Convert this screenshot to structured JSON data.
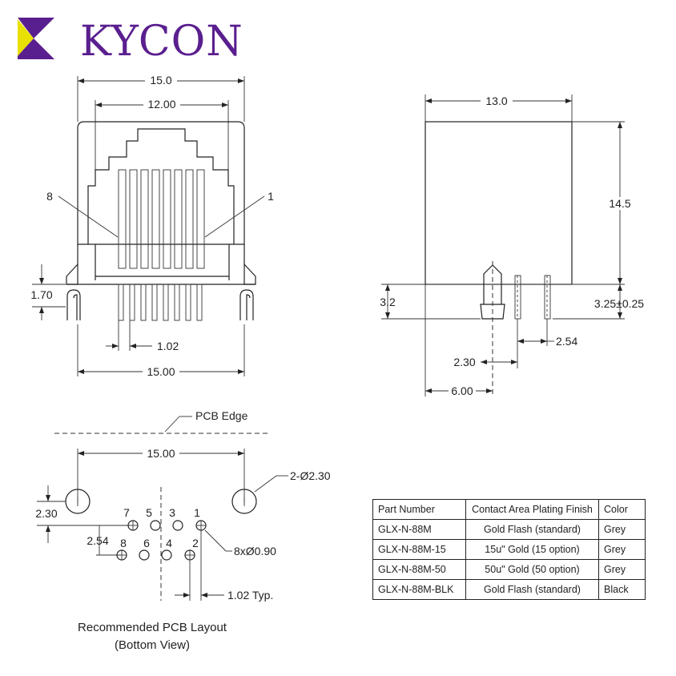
{
  "logo": {
    "text": "KYCON",
    "brand_color": "#5a1f8f",
    "accent_color": "#e8e000"
  },
  "front_view": {
    "dim_top_overall": "15.0",
    "dim_top_inner": "12.00",
    "pin_label_left": "8",
    "pin_label_right": "1",
    "dim_post": "1.70",
    "dim_pitch": "1.02",
    "dim_bottom_overall": "15.00"
  },
  "side_view": {
    "dim_width": "13.0",
    "dim_height": "14.5",
    "dim_post_len": "3.2",
    "dim_pin_len": "3.25±0.25",
    "dim_pin_spacing": "2.54",
    "dim_post_offset": "2.30",
    "dim_post_pos": "6.00"
  },
  "pcb_layout": {
    "pcb_edge": "PCB Edge",
    "dim_holes_span": "15.00",
    "hole_callout": "2-Ø2.30",
    "dim_hole_offset": "2.30",
    "dim_row_spacing": "2.54",
    "pin_callout": "8xØ0.90",
    "dim_pitch": "1.02 Typ.",
    "pins_top": [
      "7",
      "5",
      "3",
      "1"
    ],
    "pins_bottom": [
      "8",
      "6",
      "4",
      "2"
    ],
    "caption_line1": "Recommended PCB Layout",
    "caption_line2": "(Bottom View)"
  },
  "table": {
    "headers": [
      "Part Number",
      "Contact Area Plating Finish",
      "Color"
    ],
    "rows": [
      [
        "GLX-N-88M",
        "Gold Flash (standard)",
        "Grey"
      ],
      [
        "GLX-N-88M-15",
        "15u\" Gold (15 option)",
        "Grey"
      ],
      [
        "GLX-N-88M-50",
        "50u\" Gold (50 option)",
        "Grey"
      ],
      [
        "GLX-N-88M-BLK",
        "Gold Flash (standard)",
        "Black"
      ]
    ]
  }
}
